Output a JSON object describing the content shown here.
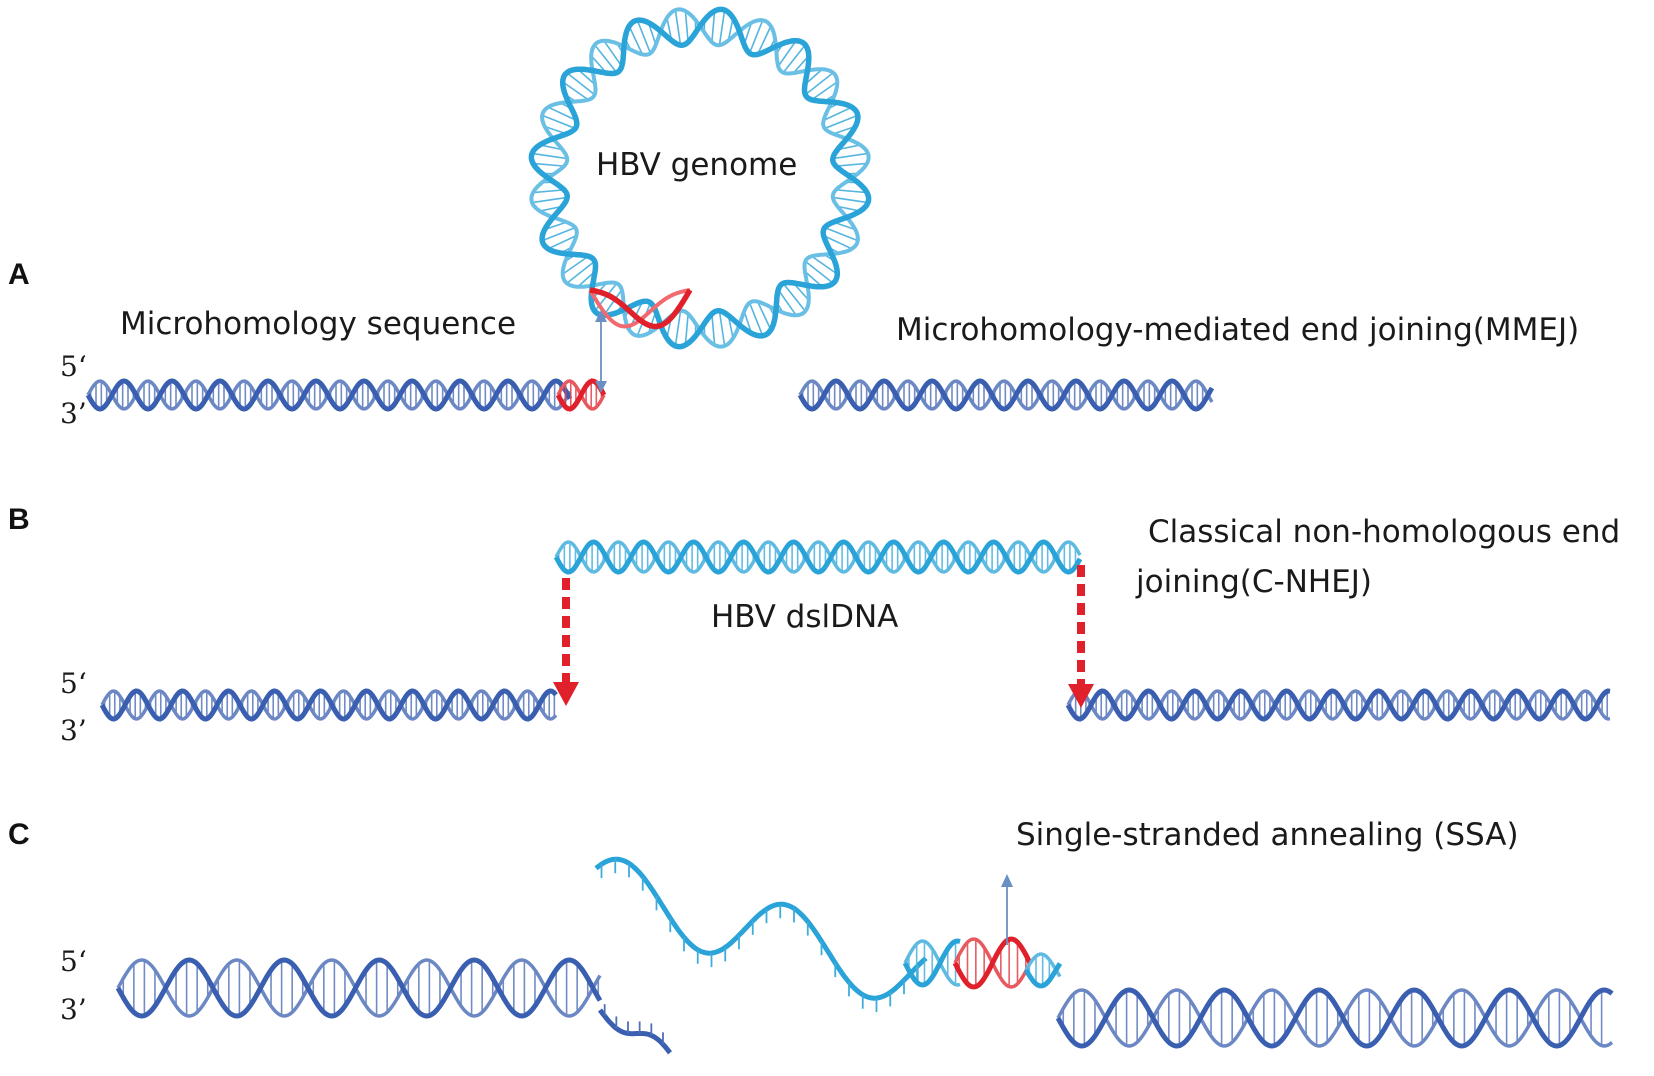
{
  "colors": {
    "host_dna": "#3a5fb0",
    "hbv_dna": "#2aa3d8",
    "microhomology": "#e0202a",
    "arrow": "#6b8fc4"
  },
  "panels": {
    "a": {
      "letter": "A",
      "hbv_label": "HBV genome",
      "microhomology_label": "Microhomology sequence",
      "mechanism_label": "Microhomology-mediated end joining(MMEJ)",
      "end5": "5‘",
      "end3": "3’"
    },
    "b": {
      "letter": "B",
      "hbv_label": "HBV dslDNA",
      "mechanism_line1": "Classical non-homologous end",
      "mechanism_line2": "joining(C-NHEJ)",
      "end5": "5‘",
      "end3": "3’"
    },
    "c": {
      "letter": "C",
      "mechanism_label": "Single-stranded annealing (SSA)",
      "end5": "5‘",
      "end3": "3’"
    }
  }
}
